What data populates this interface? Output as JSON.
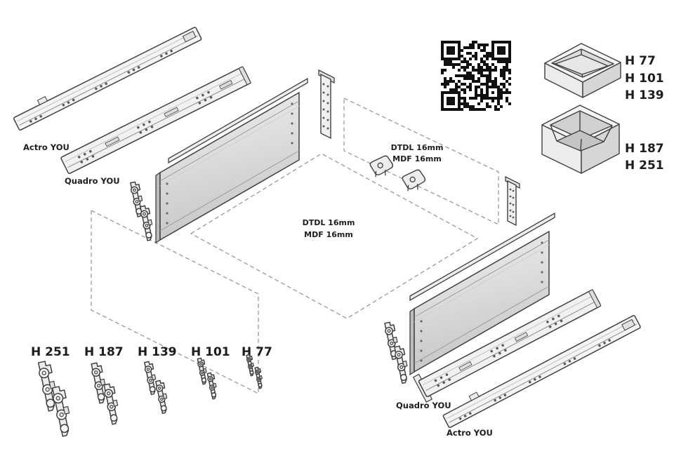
{
  "diagram": {
    "labels": {
      "rail_actro_top": "Actro YOU",
      "rail_quadro_top": "Quadro YOU",
      "rail_quadro_bottom": "Quadro YOU",
      "rail_actro_bottom": "Actro YOU"
    },
    "back_panel": {
      "line1": "DTDL 16mm",
      "line2": "MDF 16mm"
    },
    "bottom_panel": {
      "line1": "DTDL 16mm",
      "line2": "MDF 16mm"
    },
    "drawer_heights_shallow": [
      "H 77",
      "H 101",
      "H 139"
    ],
    "drawer_heights_deep": [
      "H 187",
      "H 251"
    ],
    "connector_sizes": [
      "H 251",
      "H 187",
      "H 139",
      "H 101",
      "H 77"
    ],
    "icons": {
      "qr": "qr-code"
    },
    "colors": {
      "line": "#3f3f3f",
      "panel_fill": "#dcdcdc",
      "panel_dark": "#bdbdbd",
      "dashed_line": "#9a9a9a",
      "qr": "#111111",
      "text": "#1d1d1b",
      "background": "#ffffff"
    }
  }
}
